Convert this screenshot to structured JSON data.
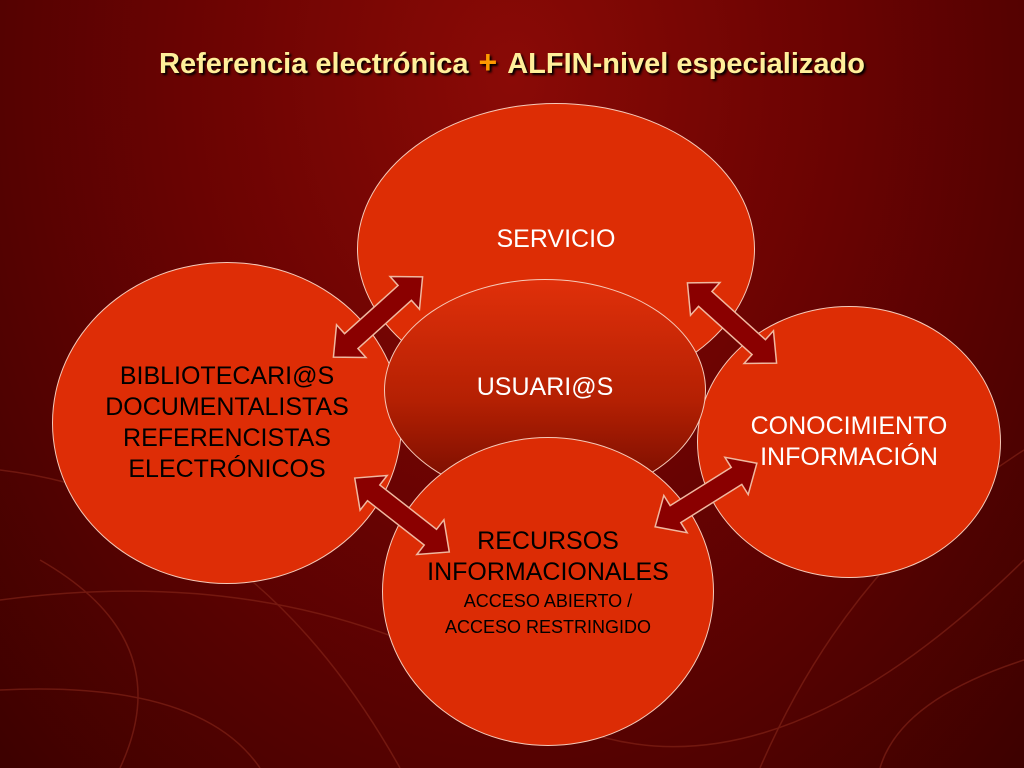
{
  "title": {
    "left": "Referencia electrónica",
    "plus": "+",
    "right": "ALFIN-nivel especializado"
  },
  "nodes": {
    "servicio": "SERVICIO",
    "usuarios": "USUARI@S",
    "biblio": [
      "BIBLIOTECARI@S",
      "DOCUMENTALISTAS",
      "REFERENCISTAS",
      "ELECTRÓNICOS"
    ],
    "conocimiento": [
      "CONOCIMIENTO",
      "INFORMACIÓN"
    ],
    "recursos": [
      "RECURSOS",
      "INFORMACIONALES"
    ],
    "recursos_sub": [
      "ACCESO ABIERTO /",
      "ACCESO RESTRINGIDO"
    ]
  },
  "colors": {
    "circle_fill": "#dd2d05",
    "arrow_fill": "#8a0000",
    "title_text": "#ffef9a",
    "plus_sign": "#ff9a00"
  }
}
